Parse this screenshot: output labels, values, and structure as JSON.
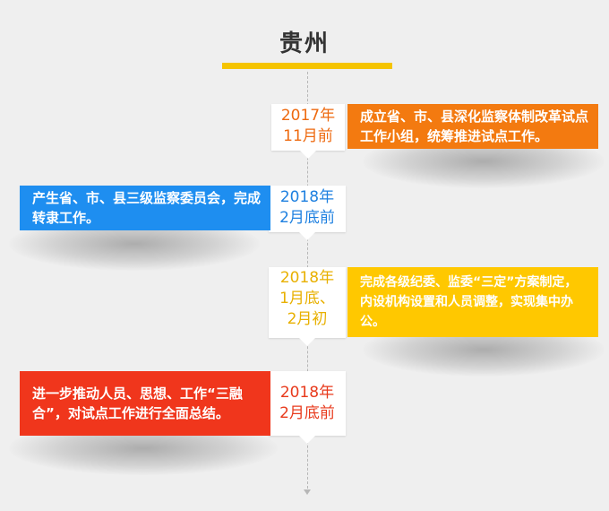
{
  "title": "贵州",
  "colors": {
    "background": "#efefef",
    "title_bar": "#f5c400",
    "orange": "#f37a10",
    "blue": "#1e8ef0",
    "yellow": "#ffc800",
    "red": "#f0361c"
  },
  "items": [
    {
      "date_line1": "2017年",
      "date_line2": "11月前",
      "date_line3": "",
      "date_color": "#ee6a10",
      "box_color": "#f37a10",
      "text": "成立省、市、县深化监察体制改革试点工作小组，统筹推进试点工作。"
    },
    {
      "date_line1": "2018年",
      "date_line2": "2月底前",
      "date_line3": "",
      "date_color": "#1e80e0",
      "box_color": "#1e8ef0",
      "text": "产生省、市、县三级监察委员会，完成转隶工作。"
    },
    {
      "date_line1": "2018年",
      "date_line2": "1月底、",
      "date_line3": "2月初",
      "date_color": "#e8b000",
      "box_color": "#ffc800",
      "text": "完成各级纪委、监委“三定”方案制定，内设机构设置和人员调整，实现集中办公。"
    },
    {
      "date_line1": "2018年",
      "date_line2": "2月底前",
      "date_line3": "",
      "date_color": "#e83a1c",
      "box_color": "#f0361c",
      "text": "进一步推动人员、思想、工作“三融合”，对试点工作进行全面总结。"
    }
  ]
}
